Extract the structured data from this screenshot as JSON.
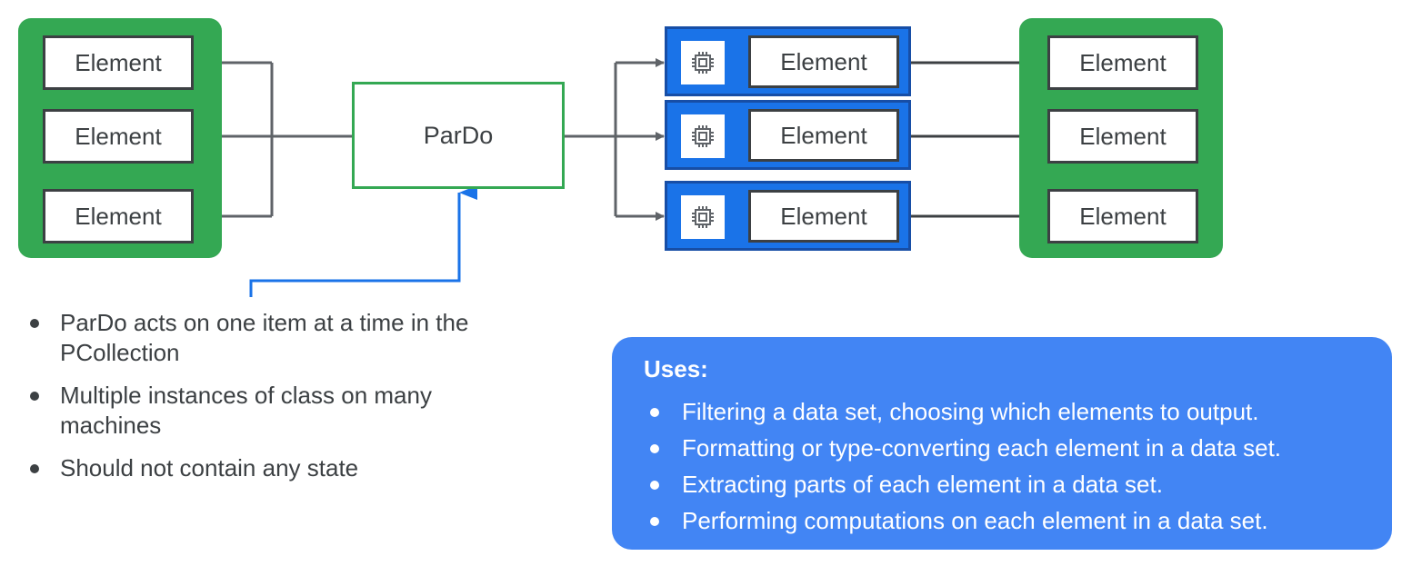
{
  "input_collection": {
    "elements": [
      "Element",
      "Element",
      "Element"
    ]
  },
  "transform": {
    "label": "ParDo"
  },
  "workers": [
    {
      "icon": "cpu-chip-icon",
      "element": "Element"
    },
    {
      "icon": "cpu-chip-icon",
      "element": "Element"
    },
    {
      "icon": "cpu-chip-icon",
      "element": "Element"
    }
  ],
  "output_collection": {
    "elements": [
      "Element",
      "Element",
      "Element"
    ]
  },
  "notes": [
    "ParDo acts on one item at a time in the PCollection",
    "Multiple instances of class on many machines",
    "Should not contain any state"
  ],
  "uses": {
    "title": "Uses:",
    "items": [
      "Filtering a data set, choosing which elements to output.",
      "Formatting or type-converting each element in a data set.",
      "Extracting parts of each element in a data set.",
      "Performing computations on each element in a data set."
    ]
  },
  "colors": {
    "collection_green": "#34a853",
    "worker_blue": "#1a73e8",
    "worker_border": "#174ea6",
    "uses_blue": "#4285f4",
    "connector_gray": "#5f6368",
    "pointer_blue": "#1a73e8"
  }
}
